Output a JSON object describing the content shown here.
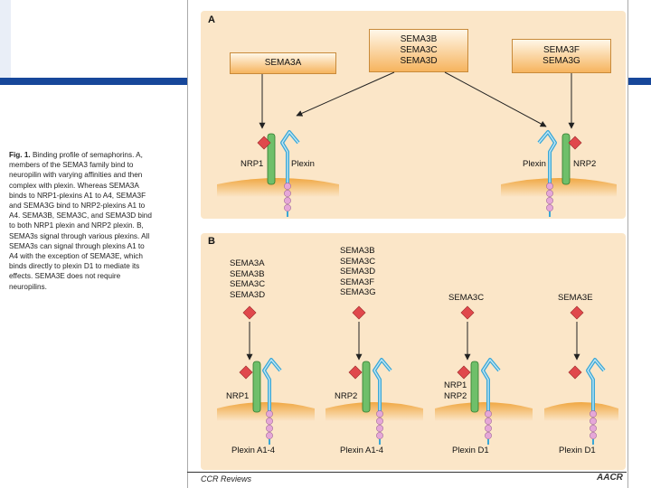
{
  "caption": {
    "figure_label": "Fig. 1.",
    "text": "Binding profile of semaphorins. A, members of the SEMA3 family bind to neuropilin with varying affinities and then complex with plexin. Whereas SEMA3A binds to NRP1-plexins A1 to A4, SEMA3F and SEMA3G bind to NRP2-plexins A1 to A4. SEMA3B, SEMA3C, and SEMA3D bind to both NRP1 plexin and NRP2 plexin. B, SEMA3s signal through various plexins. All SEMA3s can signal through plexins A1 to A4 with the exception of SEMA3E, which binds directly to plexin D1 to mediate its effects. SEMA3E does not require neuropilins."
  },
  "panel_a": {
    "label": "A",
    "box_left": "SEMA3A",
    "box_center": [
      "SEMA3B",
      "SEMA3C",
      "SEMA3D"
    ],
    "box_right": [
      "SEMA3F",
      "SEMA3G"
    ],
    "left_nrp": "NRP1",
    "left_plexin": "Plexin",
    "right_plexin": "Plexin",
    "right_nrp": "NRP2"
  },
  "panel_b": {
    "label": "B",
    "col1_ligands": "SEMA3A\nSEMA3B\nSEMA3C\nSEMA3D",
    "col2_ligands": "SEMA3B\nSEMA3C\nSEMA3D\nSEMA3F\nSEMA3G",
    "col3_ligands": "SEMA3C",
    "col4_ligands": "SEMA3E",
    "col1_receptor": "NRP1",
    "col2_receptor": "NRP2",
    "col3_receptor": "NRP1\nNRP2",
    "col1_plexin": "Plexin A1-4",
    "col2_plexin": "Plexin A1-4",
    "col3_plexin": "Plexin D1",
    "col4_plexin": "Plexin D1"
  },
  "footer": {
    "journal": "CCR Reviews",
    "logo": "AACR"
  },
  "colors": {
    "panel_bg": "#fbe6c8",
    "membrane": "#f2b24f",
    "nrp_green": "#6fbf6a",
    "plexin_blue": "#3aa7d6",
    "ligand_red": "#e0484c",
    "bead_pink": "#e6a7d8",
    "slide_blue": "#17479a"
  }
}
